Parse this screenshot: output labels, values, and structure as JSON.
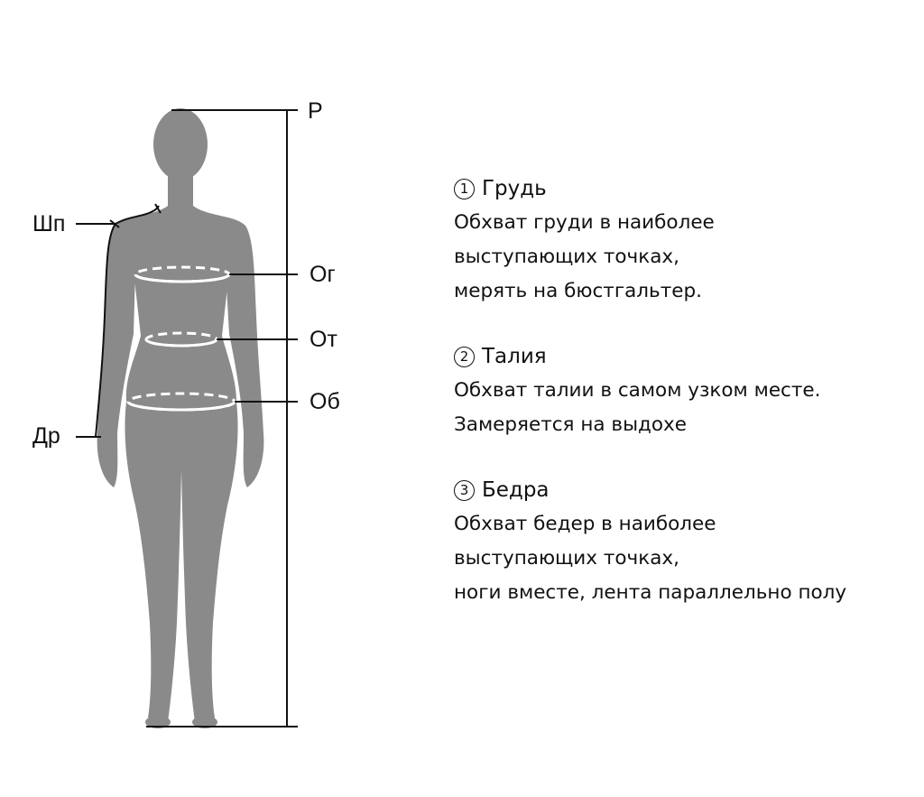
{
  "labels": {
    "height": "Р",
    "shoulder": "Шп",
    "arm": "Др",
    "chest": "Ог",
    "waist": "От",
    "hips": "Об"
  },
  "sections": [
    {
      "number": "1",
      "title": "Грудь",
      "lines": [
        "Обхват груди в наиболее",
        "выступающих точках,",
        "мерять на бюстгальтер."
      ]
    },
    {
      "number": "2",
      "title": "Талия",
      "lines": [
        "Обхват талии в самом узком месте.",
        "Замеряется на выдохе"
      ]
    },
    {
      "number": "3",
      "title": "Бедра",
      "lines": [
        "Обхват бедер в наиболее",
        "выступающих точках,",
        "ноги вместе, лента параллельно полу"
      ]
    }
  ],
  "colors": {
    "silhouette": "#8a8a8a",
    "ink": "#111111",
    "tape": "#ffffff"
  }
}
